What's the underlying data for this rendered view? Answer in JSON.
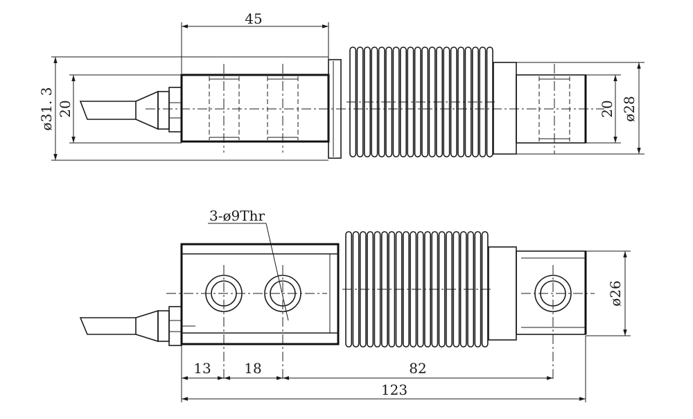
{
  "drawing": {
    "top_view": {
      "length_45": "45",
      "dia_31_3": "ø31. 3",
      "left_20": "20",
      "right_20": "20",
      "dia_28": "ø28"
    },
    "front_view": {
      "thread_callout": "3-ø9Thr",
      "dia_26": "ø26",
      "dim_13": "13",
      "dim_18": "18",
      "dim_82": "82",
      "dim_123": "123"
    }
  }
}
